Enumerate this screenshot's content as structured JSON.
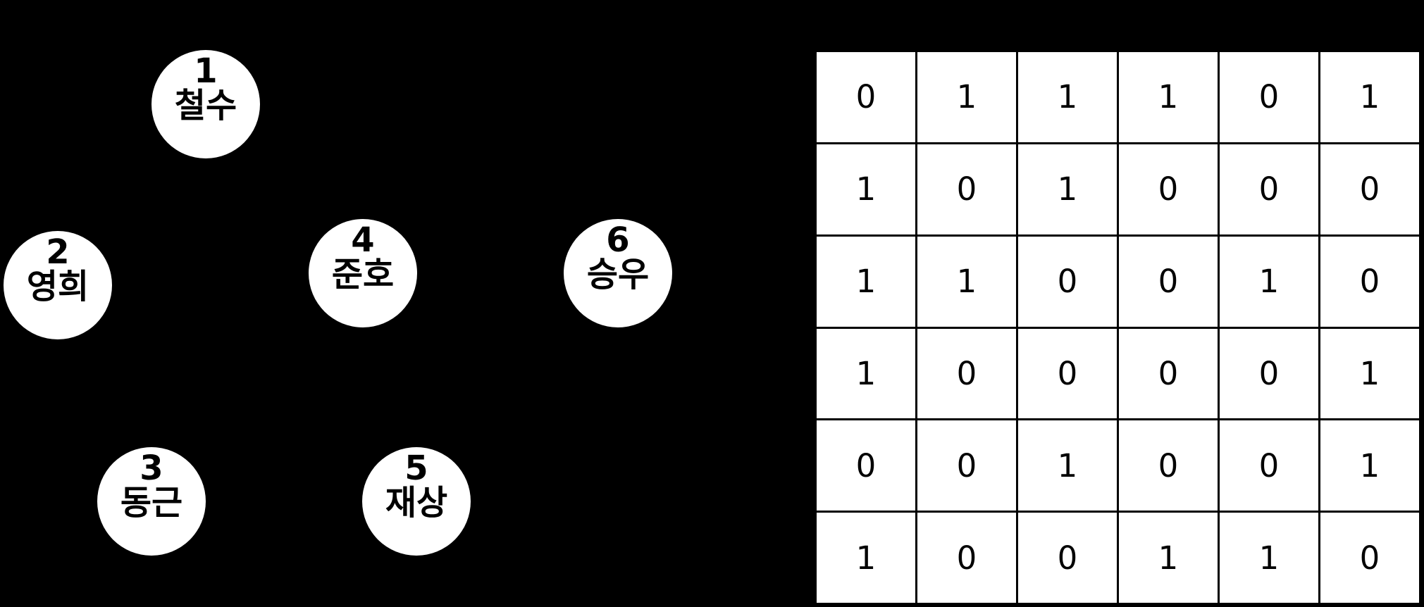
{
  "colors": {
    "background": "#000000",
    "node_fill": "#ffffff",
    "node_text": "#000000",
    "cell_fill": "#ffffff",
    "cell_text": "#000000",
    "grid_line": "#000000"
  },
  "graph": {
    "nodes": [
      {
        "number": "1",
        "name": "철수"
      },
      {
        "number": "2",
        "name": "영희"
      },
      {
        "number": "3",
        "name": "동근"
      },
      {
        "number": "4",
        "name": "준호"
      },
      {
        "number": "5",
        "name": "재상"
      },
      {
        "number": "6",
        "name": "승우"
      }
    ]
  },
  "matrix": {
    "size": 6,
    "rows": [
      [
        0,
        1,
        1,
        1,
        0,
        1
      ],
      [
        1,
        0,
        1,
        0,
        0,
        0
      ],
      [
        1,
        1,
        0,
        0,
        1,
        0
      ],
      [
        1,
        0,
        0,
        0,
        0,
        1
      ],
      [
        0,
        0,
        1,
        0,
        0,
        1
      ],
      [
        1,
        0,
        0,
        1,
        1,
        0
      ]
    ]
  }
}
